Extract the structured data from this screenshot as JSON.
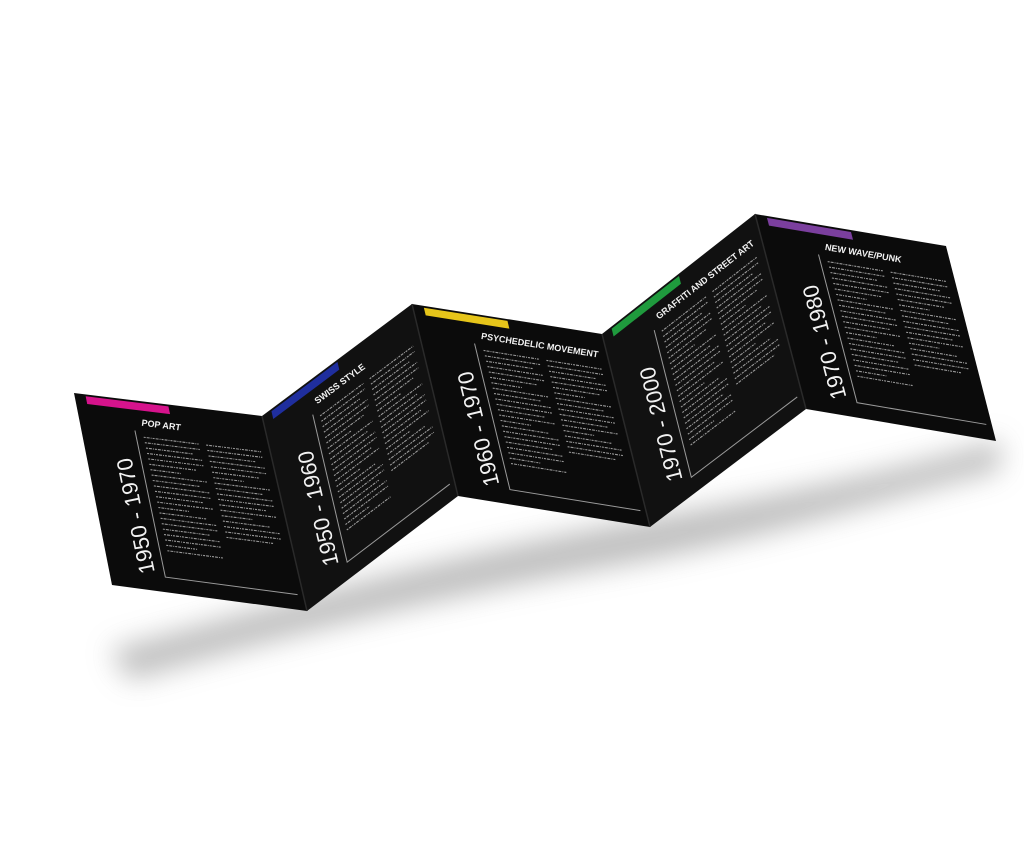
{
  "colors": {
    "background": "#ffffff",
    "panel": "#0b0b0b",
    "panel_edge": "#1a1a1a",
    "text": "#f2f2f2",
    "lines": "#9a9a9a",
    "shadow": "#b9b9b9"
  },
  "panels": [
    {
      "title": "POP ART",
      "years": "1950 - 1970",
      "accent": "#d6138c"
    },
    {
      "title": "SWISS STYLE",
      "years": "1950 - 1960",
      "accent": "#1f2e9e"
    },
    {
      "title": "PSYCHEDELIC MOVEMENT",
      "years": "1960 - 1970",
      "accent": "#e6c51a"
    },
    {
      "title": "GRAFFITI AND STREET ART",
      "years": "1970 - 2000",
      "accent": "#1f9a3d"
    },
    {
      "title": "NEW WAVE/PUNK",
      "years": "1970 - 1980",
      "accent": "#7b3f9e"
    }
  ]
}
